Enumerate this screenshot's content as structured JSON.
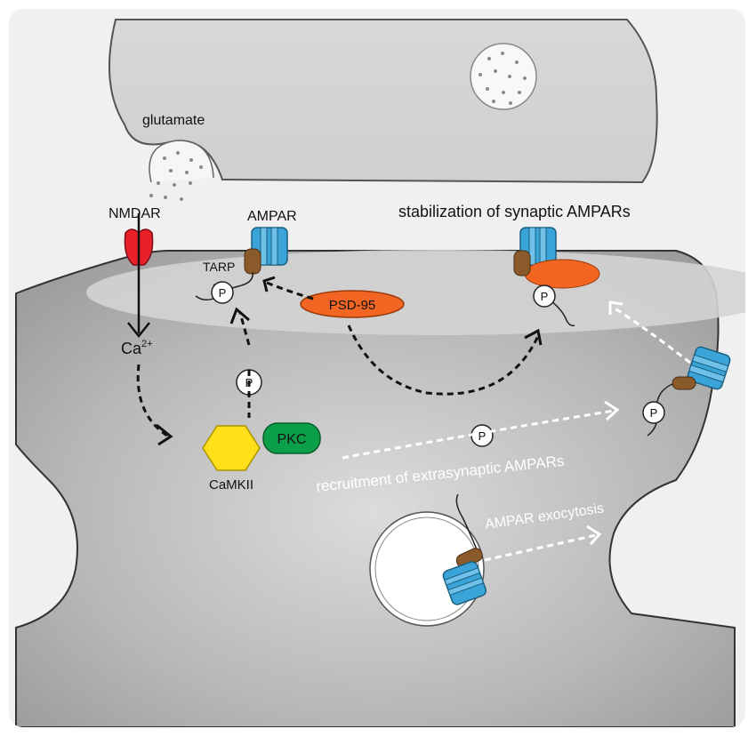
{
  "labels": {
    "glutamate": "glutamate",
    "nmdar": "NMDAR",
    "ampar": "AMPAR",
    "stabilization": "stabilization of synaptic AMPARs",
    "tarp": "TARP",
    "psd95": "PSD-95",
    "ca": "Ca",
    "ca_sup": "2+",
    "pkc": "PKC",
    "camkii": "CaMKII",
    "recruitment": "recruitment of extrasynaptic AMPARs",
    "exocytosis": "AMPAR exocytosis",
    "p": "P"
  },
  "colors": {
    "background": "#f0f0f0",
    "presynaptic": "#d4d4d4",
    "spine": "#b0b0b0",
    "psd_zone": "#d2d2d2",
    "nmdar": "#e8202a",
    "ampar": "#3aa3d8",
    "tarp": "#8b5a2b",
    "psd95": "#f26522",
    "pkc": "#0c9f4a",
    "camkii": "#ffe01a"
  }
}
